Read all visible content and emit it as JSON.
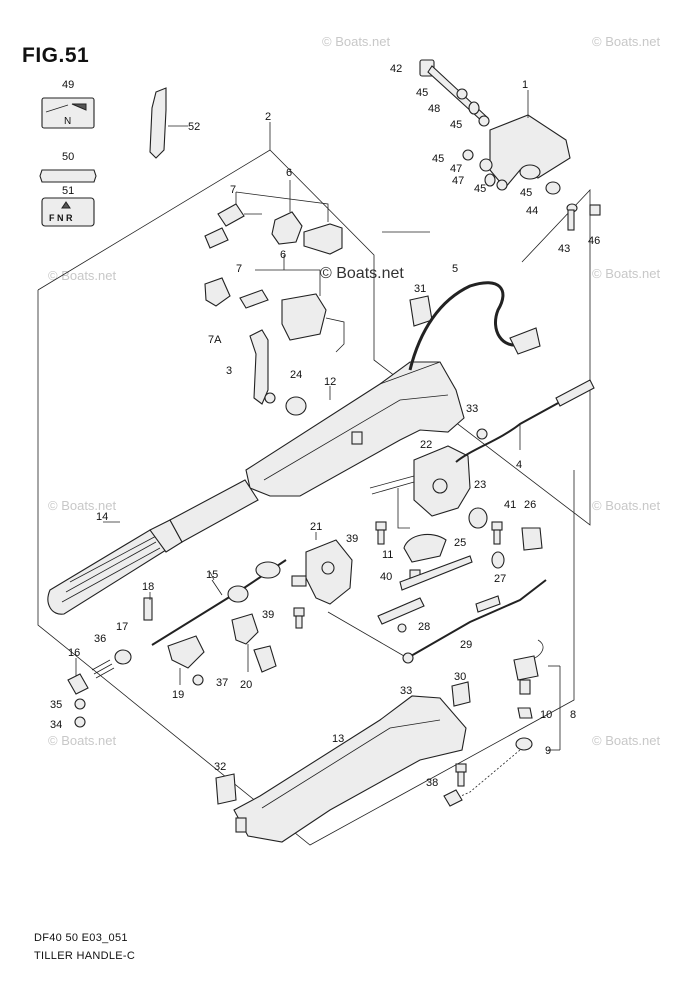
{
  "figure": {
    "title": "FIG.51",
    "footer_code": "DF40 50 E03_051",
    "footer_name": "TILLER HANDLE-C"
  },
  "watermark": {
    "text": "© Boats.net",
    "center_text": "© Boats.net"
  },
  "decals": {
    "decal_49_letter": "N",
    "decal_51_letters": "F  N  R"
  },
  "callouts": [
    "1",
    "2",
    "3",
    "4",
    "5",
    "6",
    "6",
    "7",
    "7",
    "7A",
    "8",
    "9",
    "10",
    "11",
    "12",
    "13",
    "14",
    "15",
    "16",
    "17",
    "18",
    "19",
    "20",
    "21",
    "22",
    "23",
    "24",
    "25",
    "26",
    "27",
    "28",
    "29",
    "30",
    "31",
    "32",
    "33",
    "33",
    "34",
    "35",
    "36",
    "37",
    "38",
    "39",
    "39",
    "40",
    "41",
    "42",
    "43",
    "44",
    "45",
    "45",
    "45",
    "45",
    "45",
    "46",
    "47",
    "47",
    "48",
    "49",
    "50",
    "51",
    "52"
  ]
}
